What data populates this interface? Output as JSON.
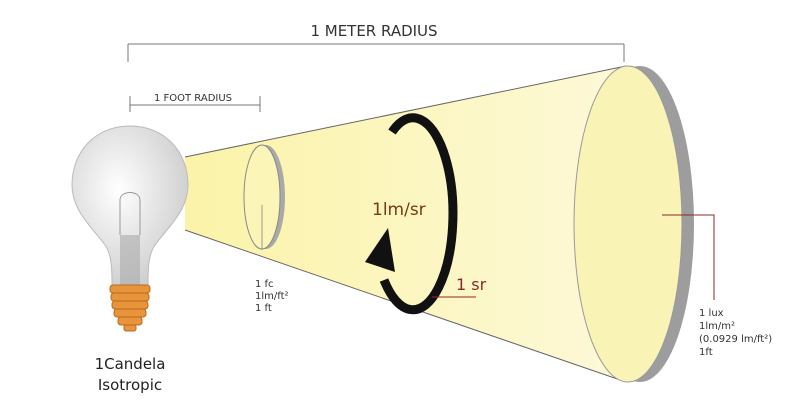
{
  "labels": {
    "meter_radius": "1 METER RADIUS",
    "foot_radius": "1 FOOT RADIUS",
    "intensity": "1lm/sr",
    "steradian": "1 sr",
    "source_line1": "1Candela",
    "source_line2": "Isotropic"
  },
  "near_surface": [
    "1 fc",
    "1lm/ft²",
    "1 ft"
  ],
  "far_surface": [
    "1 lux",
    "1lm/m²",
    "(0.0929 lm/ft²)",
    "1ft"
  ],
  "colors": {
    "light": "#fbf6c0",
    "dimension": "#555555",
    "label_brown": "#7a3a10",
    "pointer_red": "#8b2a2a",
    "bulb_base": "#e8943a"
  }
}
